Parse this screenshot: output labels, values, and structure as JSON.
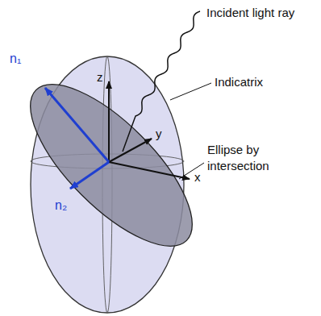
{
  "diagram": {
    "labels": [
      "Incident light ray",
      "Indicatrix",
      "Ellipse by intersection",
      "n₁",
      "n₂",
      "z",
      "y",
      "x"
    ]
  }
}
